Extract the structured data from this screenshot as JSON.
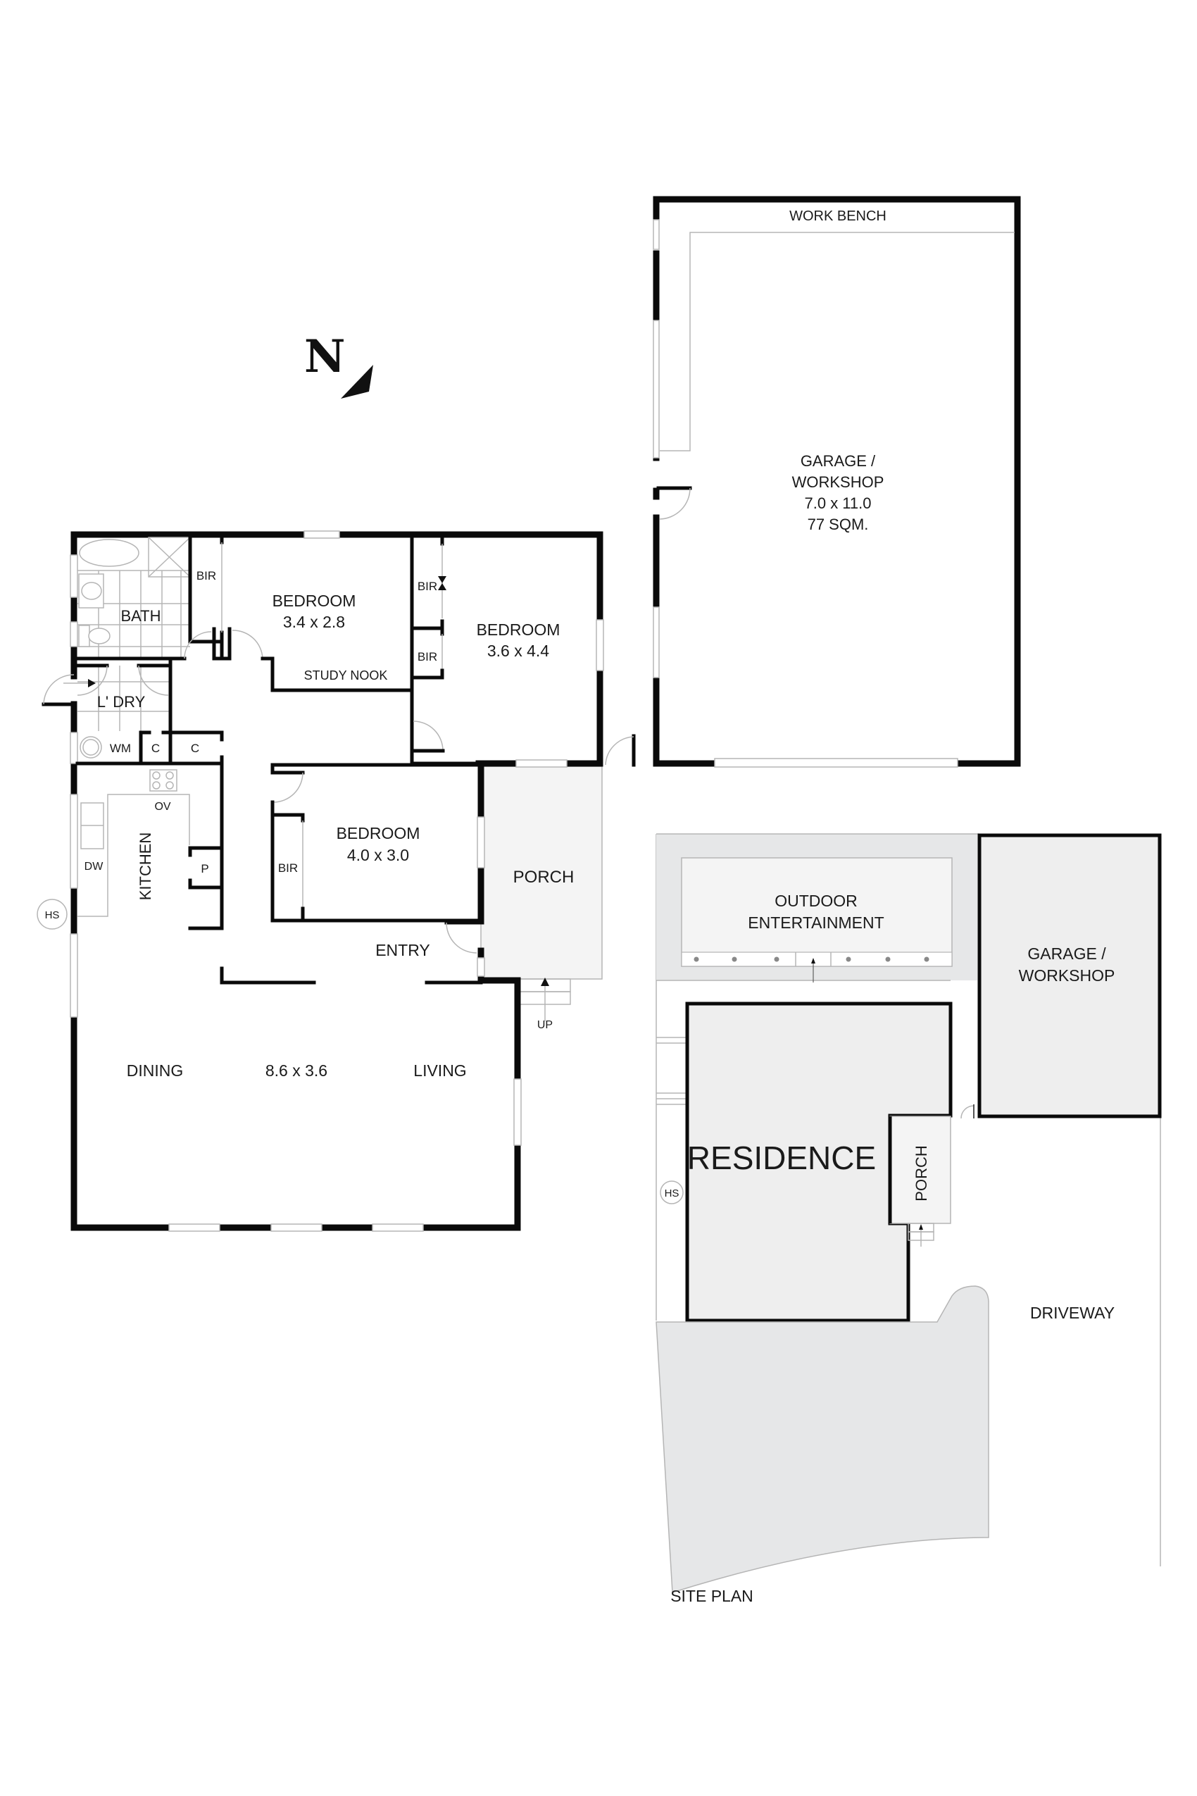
{
  "compass": {
    "letter": "N"
  },
  "floor_plan": {
    "garage": {
      "work_bench": "WORK BENCH",
      "name_line1": "GARAGE /",
      "name_line2": "WORKSHOP",
      "dimensions": "7.0 x 11.0",
      "area": "77 SQM."
    },
    "bath": {
      "name": "BATH"
    },
    "bir_bed1": "BIR",
    "bedroom1": {
      "name": "BEDROOM",
      "dimensions": "3.4 x 2.8"
    },
    "study_nook": "STUDY NOOK",
    "bedroom2": {
      "name": "BEDROOM",
      "dimensions": "3.6 x 4.4",
      "bir_top": "BIR",
      "bir_bottom": "BIR"
    },
    "laundry": {
      "name": "L' DRY",
      "wm": "WM",
      "cupboard1": "C",
      "cupboard2": "C"
    },
    "kitchen": {
      "name": "KITCHEN",
      "oven": "OV",
      "dishwasher": "DW",
      "pantry": "P"
    },
    "hs": "HS",
    "bedroom3": {
      "name": "BEDROOM",
      "dimensions": "4.0 x 3.0",
      "bir": "BIR"
    },
    "porch": "PORCH",
    "entry": "ENTRY",
    "steps": "UP",
    "living_area": {
      "dining": "DINING",
      "dimensions": "8.6 x 3.6",
      "living": "LIVING"
    }
  },
  "site_plan": {
    "title": "SITE PLAN",
    "outdoor_line1": "OUTDOOR",
    "outdoor_line2": "ENTERTAINMENT",
    "garage_line1": "GARAGE /",
    "garage_line2": "WORKSHOP",
    "residence": "RESIDENCE",
    "porch": "PORCH",
    "hs": "HS",
    "driveway": "DRIVEWAY"
  },
  "colors": {
    "wall": "#0a0a0a",
    "porch_fill": "#f4f4f4",
    "site_fill": "#e6e7e8",
    "building_fill": "#eeeeee",
    "fixture_line": "#b5b5b5"
  }
}
